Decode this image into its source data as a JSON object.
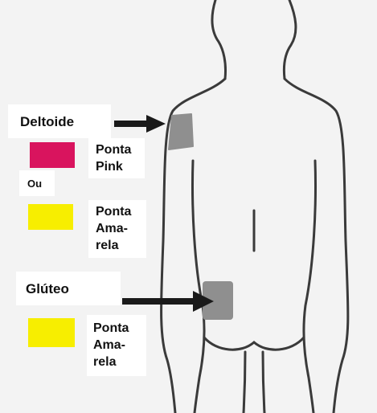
{
  "colors": {
    "background": "#f3f3f3",
    "outline": "#3a3a3a",
    "injection_site": "#8f8f8f",
    "arrow": "#1a1a1a",
    "pink": "#d9145e",
    "yellow": "#f7ee00"
  },
  "deltoid": {
    "label": "Deltoide",
    "option1": {
      "color_name": "pink",
      "label_line1": "Ponta",
      "label_line2": "Pink"
    },
    "or_label": "Ou",
    "option2": {
      "color_name": "yellow",
      "label_line1": "Ponta",
      "label_line2": "Ama-",
      "label_line3": "rela"
    }
  },
  "gluteal": {
    "label": "Glúteo",
    "option1": {
      "color_name": "yellow",
      "label_line1": "Ponta",
      "label_line2": "Ama-",
      "label_line3": "rela"
    }
  }
}
